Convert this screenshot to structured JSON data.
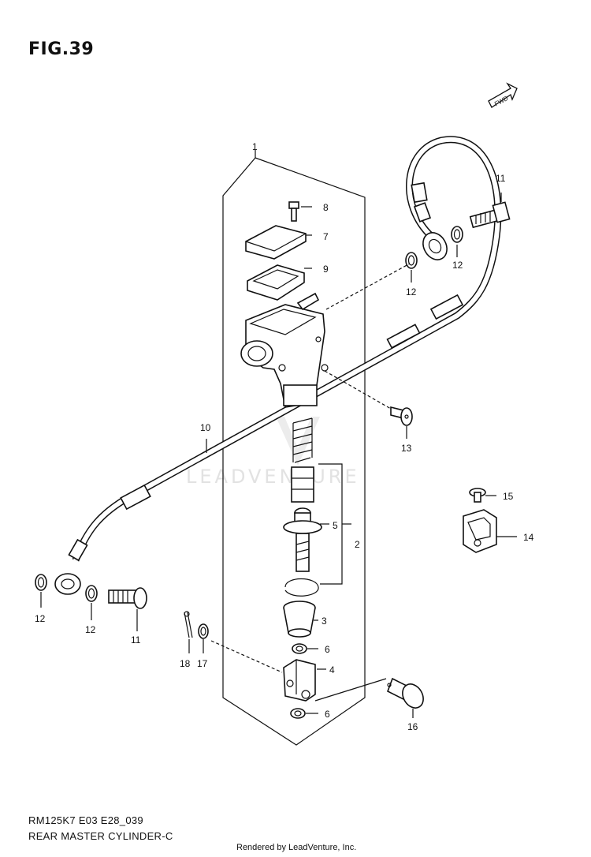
{
  "figure_title": "FIG.39",
  "model_code": "RM125K7 E03 E28_039",
  "caption": "REAR MASTER CYLINDER-C",
  "credit": "Rendered by LeadVenture, Inc.",
  "watermark": "LEADVENTURE",
  "direction_badge": "FWD",
  "callouts": [
    {
      "label": "1",
      "name": "callout-1"
    },
    {
      "label": "8",
      "name": "callout-8"
    },
    {
      "label": "7",
      "name": "callout-7"
    },
    {
      "label": "9",
      "name": "callout-9"
    },
    {
      "label": "11",
      "name": "callout-11-top"
    },
    {
      "label": "12",
      "name": "callout-12-upper-right"
    },
    {
      "label": "12",
      "name": "callout-12-upper-mid"
    },
    {
      "label": "13",
      "name": "callout-13"
    },
    {
      "label": "10",
      "name": "callout-10"
    },
    {
      "label": "5",
      "name": "callout-5"
    },
    {
      "label": "2",
      "name": "callout-2"
    },
    {
      "label": "3",
      "name": "callout-3"
    },
    {
      "label": "15",
      "name": "callout-15"
    },
    {
      "label": "14",
      "name": "callout-14"
    },
    {
      "label": "12",
      "name": "callout-12-lower-left"
    },
    {
      "label": "12",
      "name": "callout-12-lower-mid"
    },
    {
      "label": "11",
      "name": "callout-11-bottom"
    },
    {
      "label": "18",
      "name": "callout-18"
    },
    {
      "label": "17",
      "name": "callout-17"
    },
    {
      "label": "6",
      "name": "callout-6-upper"
    },
    {
      "label": "4",
      "name": "callout-4"
    },
    {
      "label": "6",
      "name": "callout-6-lower"
    },
    {
      "label": "16",
      "name": "callout-16"
    }
  ]
}
